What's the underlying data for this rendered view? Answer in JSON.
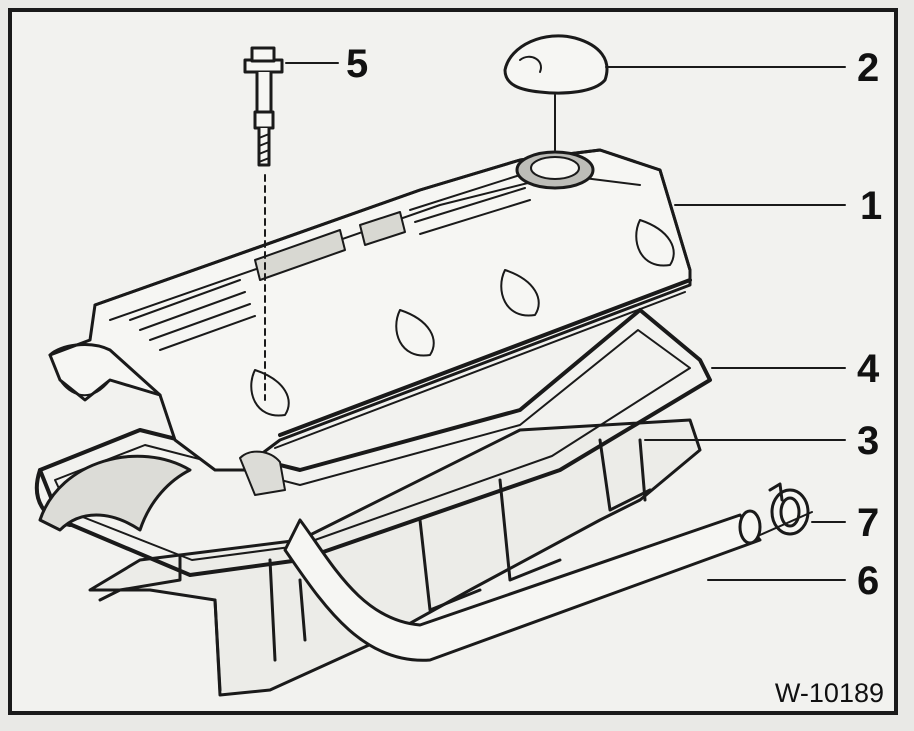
{
  "figure": {
    "reference_code": "W-10189",
    "callouts": {
      "c1": "1",
      "c2": "2",
      "c3": "3",
      "c4": "4",
      "c5": "5",
      "c6": "6",
      "c7": "7"
    },
    "parts": [
      {
        "id": "1",
        "icon": "valve-cover-icon"
      },
      {
        "id": "2",
        "icon": "oil-filler-cap-icon"
      },
      {
        "id": "3",
        "icon": "baffle-plate-icon"
      },
      {
        "id": "4",
        "icon": "gasket-icon"
      },
      {
        "id": "5",
        "icon": "bolt-icon"
      },
      {
        "id": "6",
        "icon": "breather-hose-icon"
      },
      {
        "id": "7",
        "icon": "hose-clamp-icon"
      }
    ],
    "colors": {
      "line": "#1a1a1a",
      "paper": "#f2f2ef",
      "shade": "#bdbdb8"
    }
  }
}
